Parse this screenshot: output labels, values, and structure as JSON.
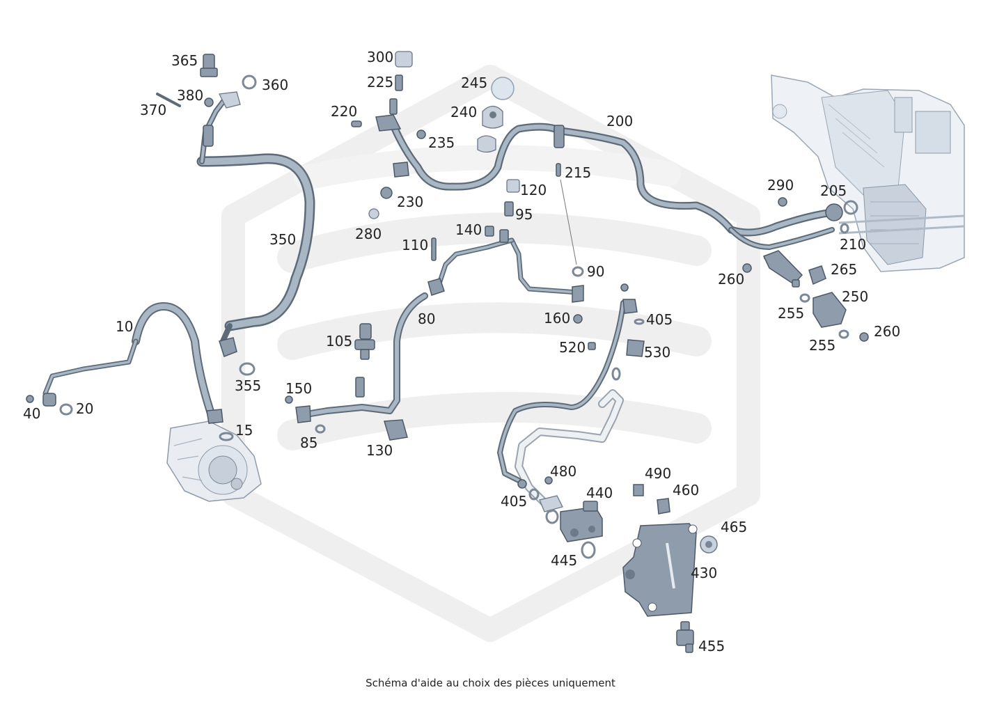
{
  "caption": "Schéma d'aide au choix des pièces uniquement",
  "colors": {
    "watermark": "#ededed",
    "pipe": "#8d9bab",
    "text": "#222222"
  },
  "callouts": [
    "10",
    "15",
    "20",
    "40",
    "80",
    "85",
    "90",
    "95",
    "105",
    "110",
    "120",
    "130",
    "140",
    "150",
    "160",
    "200",
    "205",
    "210",
    "215",
    "220",
    "225",
    "230",
    "235",
    "240",
    "245",
    "250",
    "255",
    "255",
    "260",
    "260",
    "265",
    "280",
    "290",
    "300",
    "350",
    "355",
    "360",
    "365",
    "370",
    "380",
    "405",
    "405",
    "430",
    "440",
    "445",
    "455",
    "460",
    "465",
    "480",
    "490",
    "520",
    "530"
  ]
}
